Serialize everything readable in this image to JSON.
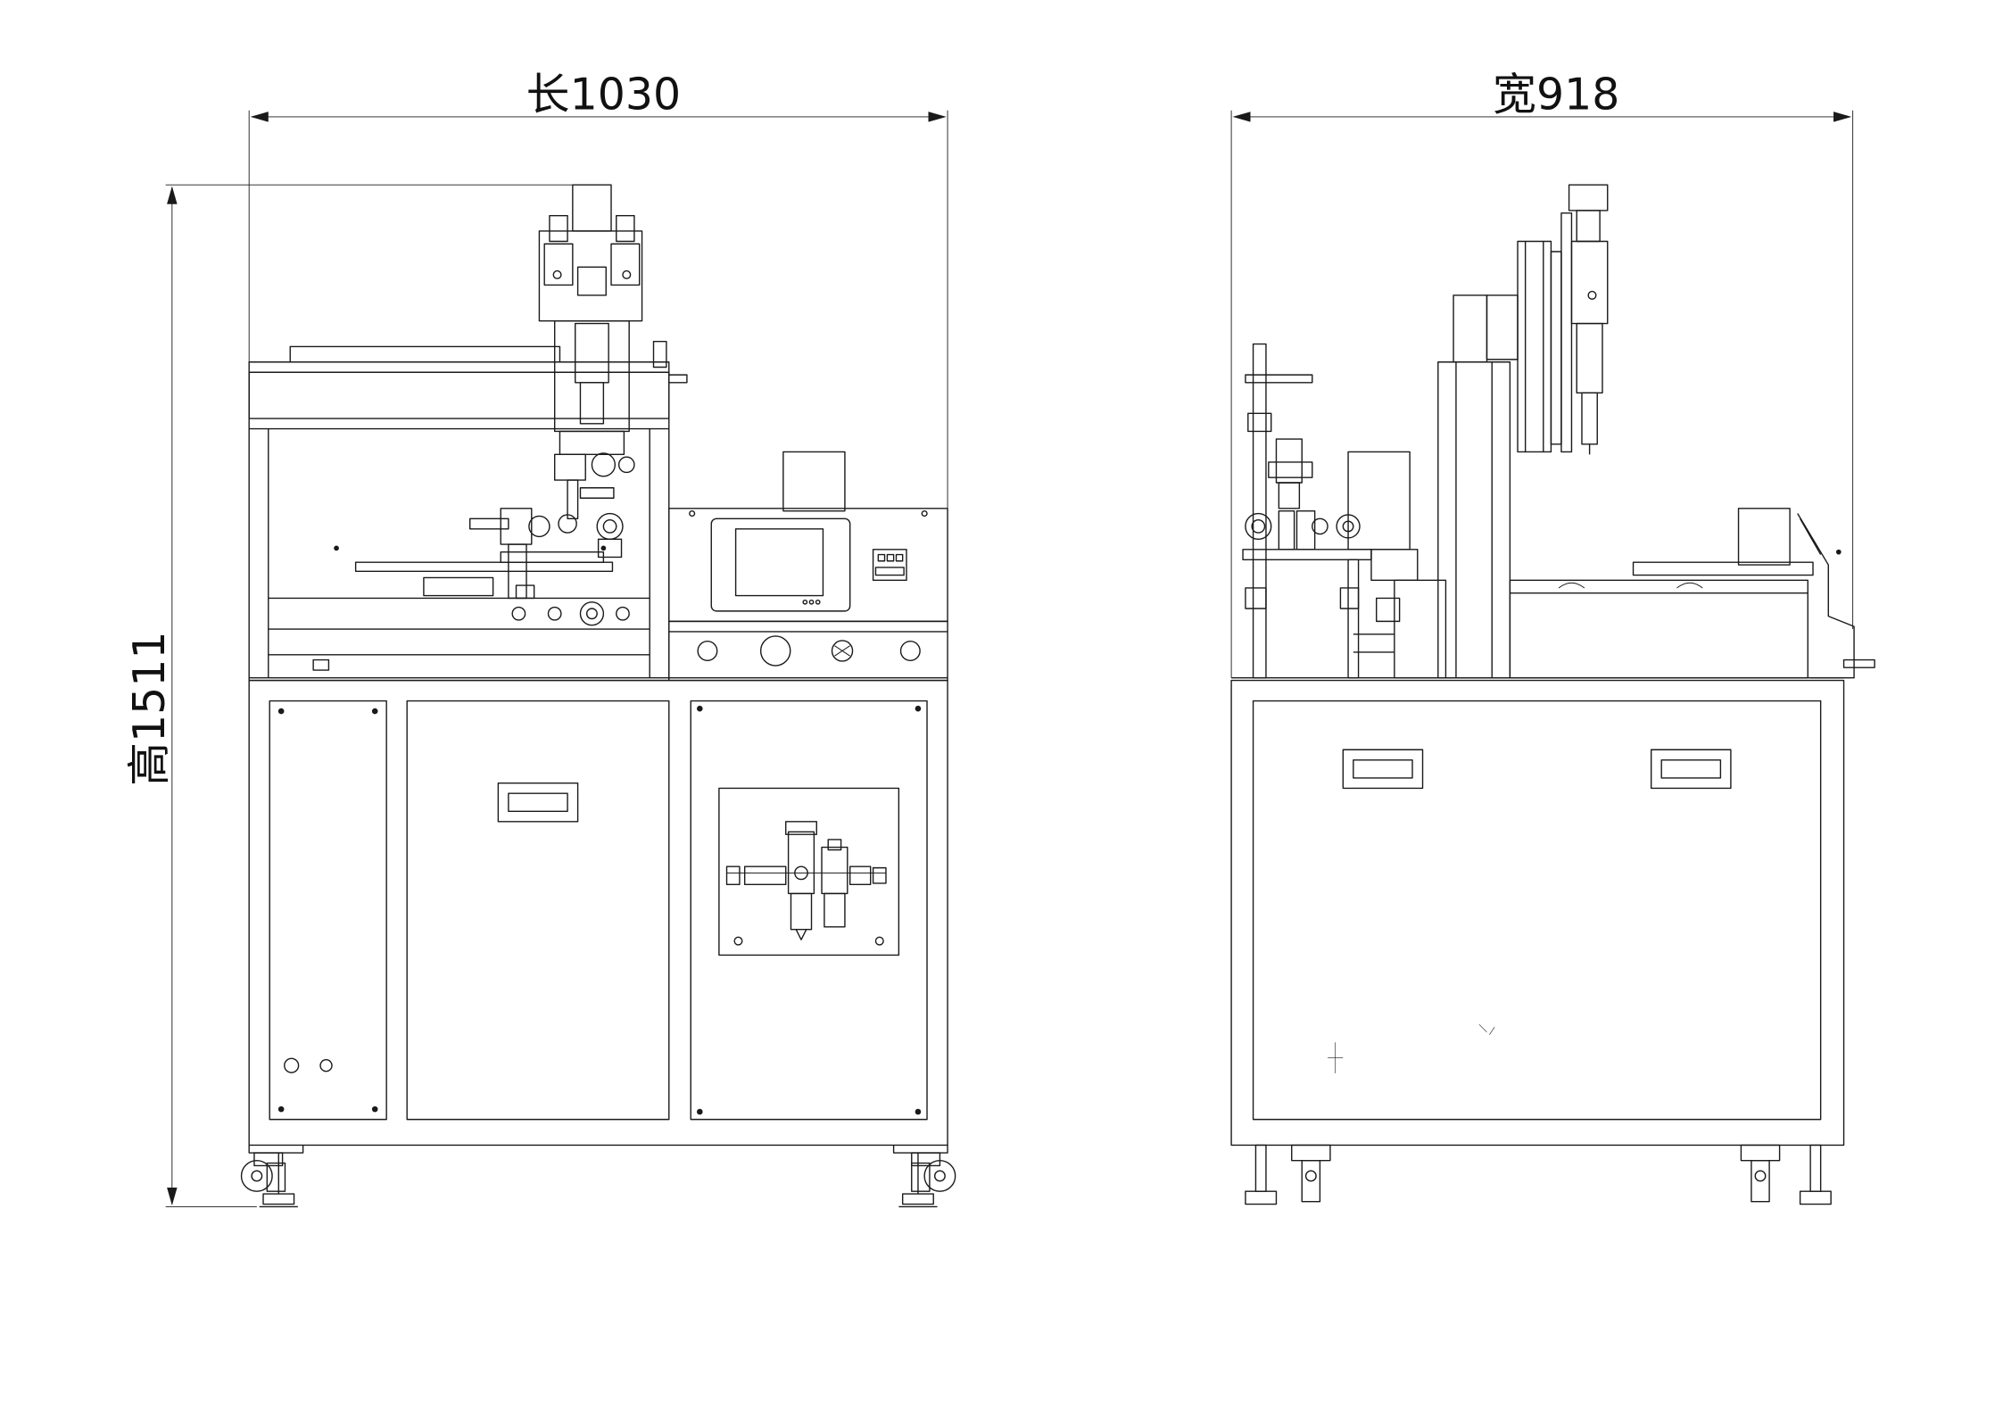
{
  "dimensions": {
    "front_length_label": "长1030",
    "front_height_label": "高1511",
    "side_width_label": "宽918"
  },
  "colors": {
    "line": "#1a1a1a",
    "paper": "#ffffff",
    "fill_dark": "#222222"
  },
  "views": [
    "front-view",
    "side-view"
  ]
}
